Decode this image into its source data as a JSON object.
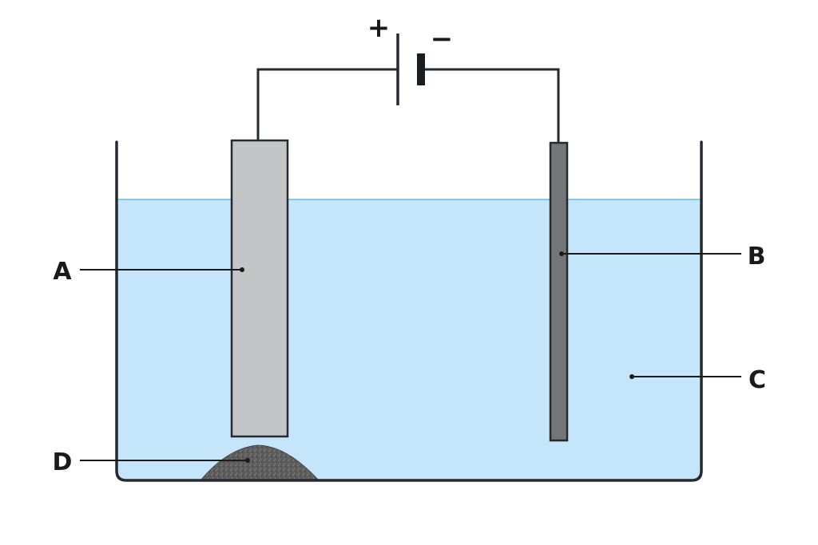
{
  "battery": {
    "positive_sign": "+",
    "negative_sign": "−"
  },
  "labels": {
    "a": "A",
    "b": "B",
    "c": "C",
    "d": "D"
  },
  "colors": {
    "electrolyte": "#c5e6fa",
    "surface": "#7fcaee",
    "electrode_a": "#c4c5c7",
    "electrode_b": "#747576",
    "sediment": "#5a5a5a",
    "outline": "#262a30"
  }
}
